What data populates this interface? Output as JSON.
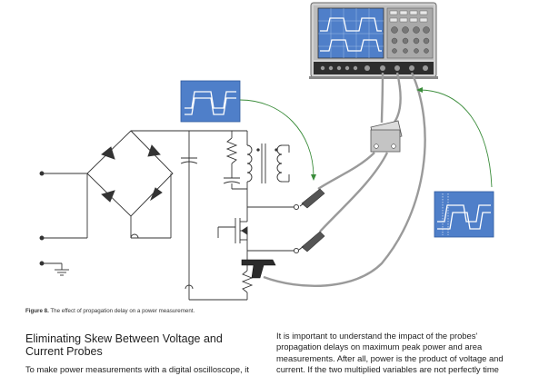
{
  "caption": {
    "label": "Figure 8.",
    "text": "The effect of propagation delay on a power measurement."
  },
  "section": {
    "heading": "Eliminating Skew Between Voltage and Current Probes",
    "left_paragraph": "To make power measurements with a digital oscilloscope, it",
    "right_paragraph_lines": [
      "It is important to understand the impact of the probes'",
      "propagation delays on maximum peak power and area",
      "measurements. After all, power is the product of voltage and",
      "current. If the two multiplied variables are not perfectly time"
    ]
  },
  "colors": {
    "waveform_panel": "#4f7fc9",
    "waveform_trace": "#ffffff",
    "annotation_arrow": "#3a8c3a",
    "circuit_line": "#333333",
    "probe_cable": "#9a9a9a",
    "scope_body": "#c8c8c8"
  },
  "icons": {
    "oscilloscope": "oscilloscope-icon",
    "current_probe": "current-probe-clamp-icon",
    "deskew_box": "probe-interface-box-icon",
    "voltage_probe": "voltage-probe-icon"
  }
}
